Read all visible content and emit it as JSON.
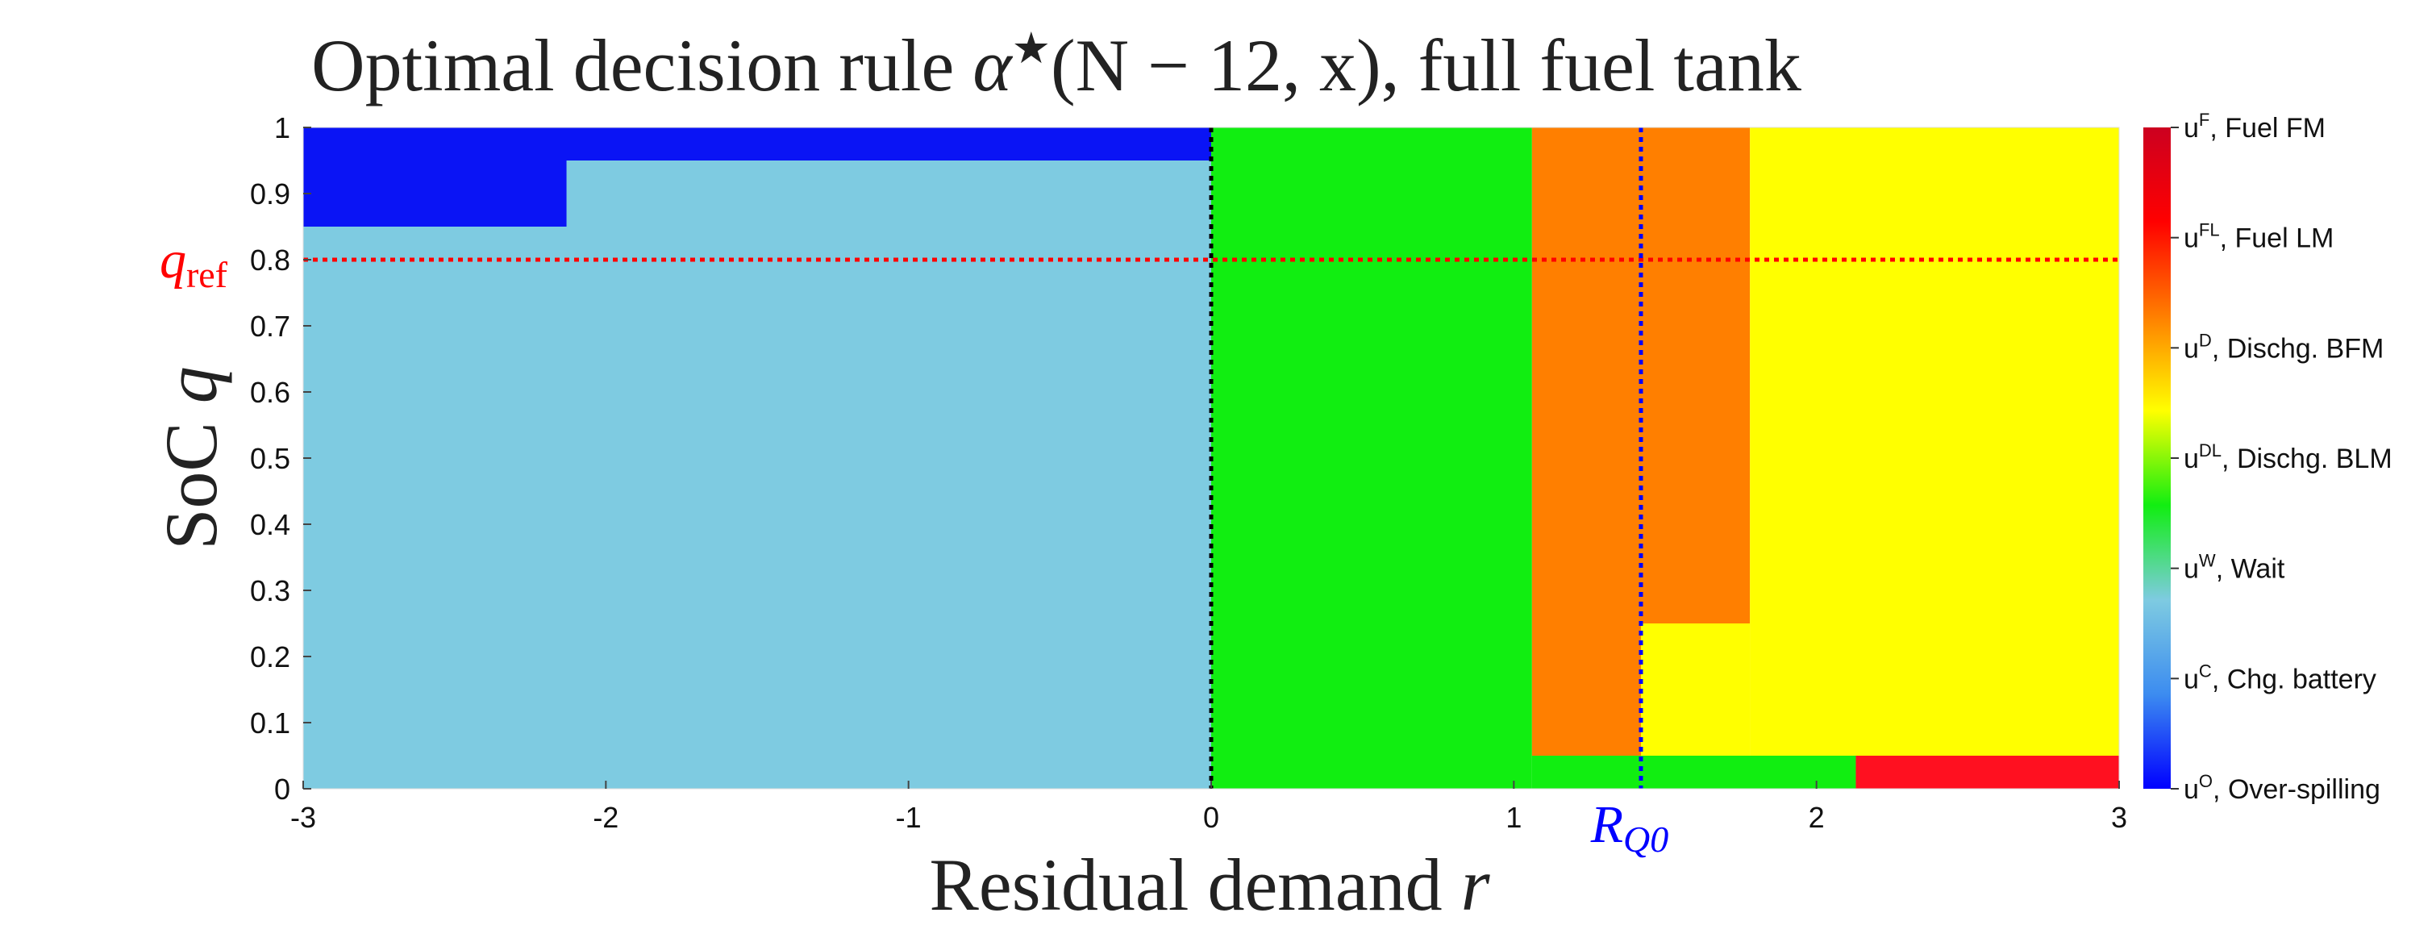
{
  "chart_data": {
    "type": "heatmap",
    "title": {
      "prefix": "Optimal decision rule ",
      "func": "α",
      "star": "★",
      "args": "(N − 12, x)",
      "suffix": ", full fuel tank"
    },
    "xlabel": {
      "text": "Residual demand",
      "var": "r"
    },
    "ylabel": {
      "text": "SoC",
      "var": "q"
    },
    "xlim": [
      -3,
      3
    ],
    "ylim": [
      0,
      1
    ],
    "xticks": [
      -3,
      -2,
      -1,
      0,
      1,
      2,
      3
    ],
    "yticks": [
      0,
      0.1,
      0.2,
      0.3,
      0.4,
      0.5,
      0.6,
      0.7,
      0.8,
      0.9,
      1
    ],
    "regions": [
      {
        "action": "Chg. battery",
        "color": "#7ecbe1",
        "x": [
          -3,
          0
        ],
        "y": [
          0,
          0.95
        ]
      },
      {
        "action": "Over-spilling",
        "color": "#0a14f5",
        "x": [
          -3,
          0
        ],
        "y": [
          0.95,
          1
        ]
      },
      {
        "action": "Over-spilling",
        "color": "#0a14f5",
        "x": [
          -3,
          -2.13
        ],
        "y": [
          0.85,
          0.95
        ]
      },
      {
        "action": "Wait",
        "color": "#11ee11",
        "x": [
          0,
          1.06
        ],
        "y": [
          0,
          1
        ]
      },
      {
        "action": "Wait",
        "color": "#11ee11",
        "x": [
          1.06,
          2.13
        ],
        "y": [
          0,
          0.05
        ]
      },
      {
        "action": "Dischg. BFM",
        "color": "#ff7f00",
        "x": [
          1.06,
          1.78
        ],
        "y": [
          0.05,
          1
        ]
      },
      {
        "action": "Dischg. BLM",
        "color": "#ffff00",
        "x": [
          1.78,
          3
        ],
        "y": [
          0.05,
          1
        ]
      },
      {
        "action": "Dischg. BLM",
        "color": "#ffff00",
        "x": [
          1.42,
          1.78
        ],
        "y": [
          0.05,
          0.25
        ]
      },
      {
        "action": "Fuel LM",
        "color": "#ff1020",
        "x": [
          2.13,
          3
        ],
        "y": [
          0,
          0.05
        ]
      }
    ],
    "reference_lines": [
      {
        "orientation": "horizontal",
        "value": 0.8,
        "color": "#ff0000",
        "label": "q",
        "label_sub": "ref"
      },
      {
        "orientation": "vertical",
        "value": 0,
        "color": "#000000",
        "label": ""
      },
      {
        "orientation": "vertical",
        "value": 1.42,
        "color": "#0000ff",
        "label": "R",
        "label_sub": "Q0"
      }
    ],
    "colorbar": {
      "gradient": [
        "#0000ff",
        "#3c8cf0",
        "#7ecbe1",
        "#11ee11",
        "#ffff00",
        "#ff7f00",
        "#ff0000",
        "#cc0020"
      ],
      "entries": [
        {
          "sym": "u",
          "sup": "F",
          "text": "Fuel  FM"
        },
        {
          "sym": "u",
          "sup": "FL",
          "text": "Fuel  LM"
        },
        {
          "sym": "u",
          "sup": "D",
          "text": "Dischg.  BFM"
        },
        {
          "sym": "u",
          "sup": "DL",
          "text": "Dischg.  BLM"
        },
        {
          "sym": "u",
          "sup": "W",
          "text": "Wait"
        },
        {
          "sym": "u",
          "sup": "C",
          "text": "  Chg.  battery"
        },
        {
          "sym": "u",
          "sup": "O",
          "text": "Over-spilling"
        }
      ]
    }
  }
}
